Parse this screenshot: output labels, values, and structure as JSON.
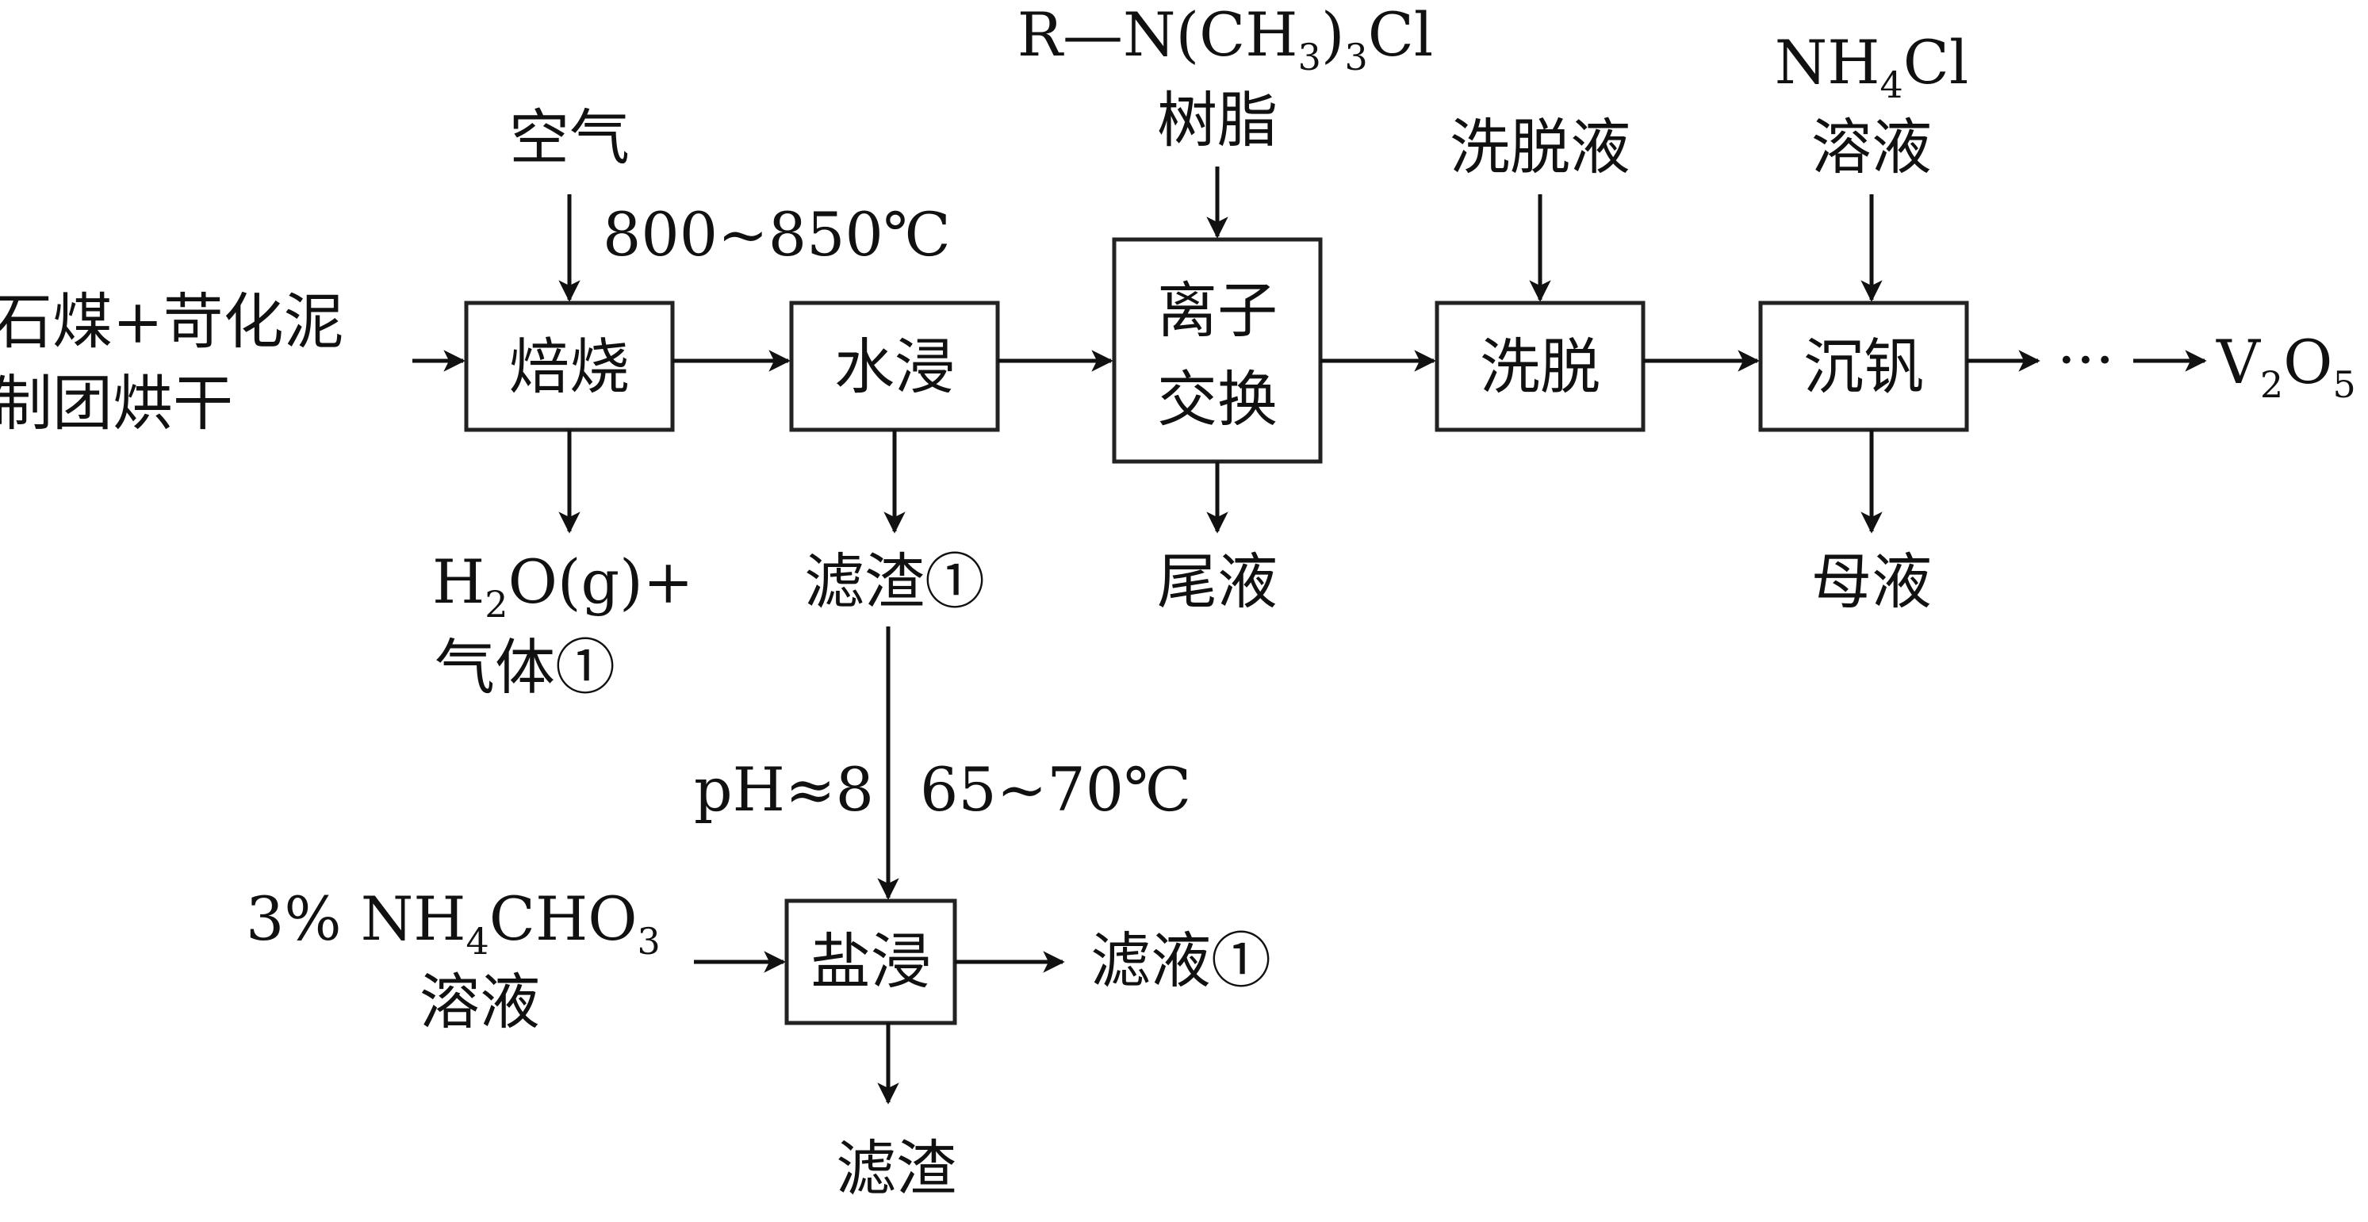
{
  "steps": {
    "roast": {
      "line1": "焙烧"
    },
    "water_leach": {
      "line1": "水浸"
    },
    "ion_exchange": {
      "line1": "离子",
      "line2": "交换"
    },
    "elute": {
      "line1": "洗脱"
    },
    "precipitate_v": {
      "line1": "沉钒"
    },
    "salt_leach": {
      "line1": "盐浸"
    }
  },
  "feed": {
    "line1": "石煤+苛化泥",
    "line2": "制团烘干"
  },
  "inputs": {
    "air": "空气",
    "roast_temp": "800~850℃",
    "resin_formula": {
      "p1": "R—N(CH",
      "s1": "3",
      "p2": ")",
      "s2": "3",
      "p3": "Cl"
    },
    "resin_label": "树脂",
    "eluent": "洗脱液",
    "nh4cl": {
      "p1": "NH",
      "s1": "4",
      "p2": "Cl"
    },
    "nh4cl_label": "溶液",
    "nh4cho3": {
      "p1": "3% NH",
      "s1": "4",
      "p2": "CHO",
      "s2": "3"
    },
    "nh4cho3_label": "溶液",
    "ph": "pH≈8",
    "leach_temp": "65~70℃"
  },
  "outputs": {
    "roast_gas": {
      "p1": "H",
      "s1": "2",
      "p2": "O(g)+"
    },
    "roast_gas_line2": "气体①",
    "residue1": "滤渣①",
    "tail_liquid": "尾液",
    "mother_liquor": "母液",
    "filtrate1": "滤液①",
    "residue": "滤渣",
    "ellipsis": "···",
    "product": {
      "p1": "V",
      "s1": "2",
      "p2": "O",
      "s2": "5"
    }
  }
}
